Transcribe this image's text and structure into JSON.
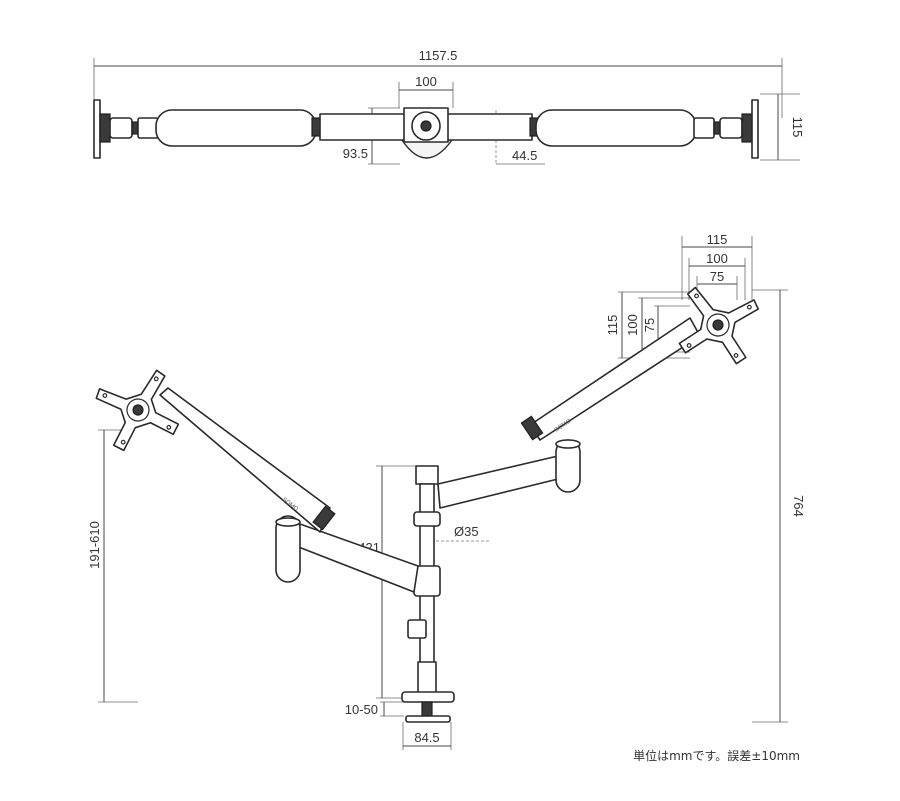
{
  "dimensions": {
    "total_width": "1157.5",
    "top_pole_width": "100",
    "top_height": "115",
    "top_depth": "93.5",
    "top_offset": "44.5",
    "vesa_115": "115",
    "vesa_100": "100",
    "vesa_75": "75",
    "vesa_v_115": "115",
    "vesa_v_100": "100",
    "vesa_v_75": "75",
    "pole_diameter": "Ø35",
    "arm_pivot_height": "421",
    "left_height_range": "191-610",
    "total_height": "764",
    "desk_thickness": "10-50",
    "clamp_width": "84.5"
  },
  "logo_text": "SOMO",
  "note": "単位はmmです。誤差±10mm"
}
